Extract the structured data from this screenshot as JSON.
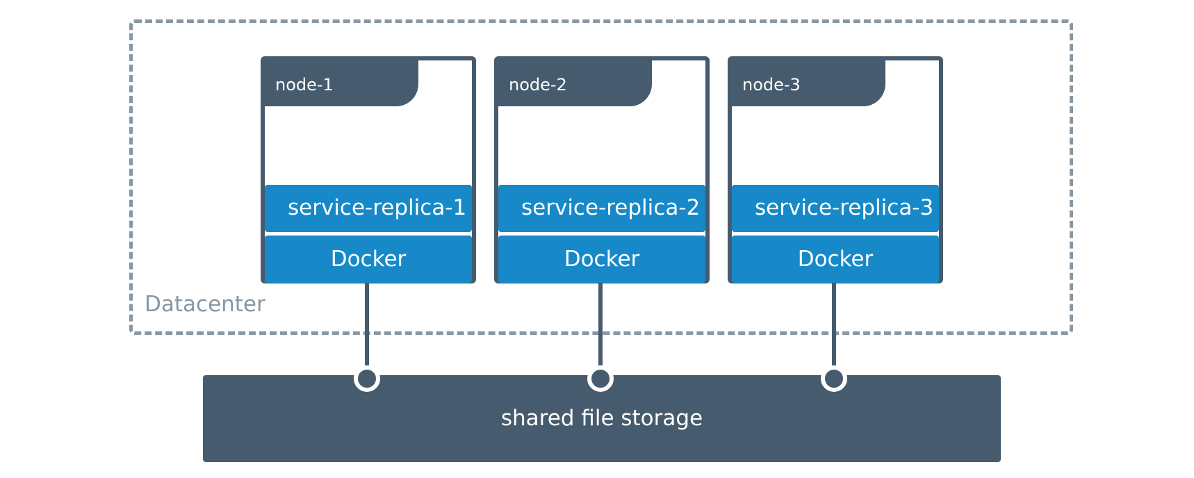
{
  "datacenter": {
    "label": "Datacenter"
  },
  "nodes": [
    {
      "name": "node-1",
      "service": "service-replica-1",
      "runtime": "Docker"
    },
    {
      "name": "node-2",
      "service": "service-replica-2",
      "runtime": "Docker"
    },
    {
      "name": "node-3",
      "service": "service-replica-3",
      "runtime": "Docker"
    }
  ],
  "storage": {
    "label": "shared file storage"
  },
  "colors": {
    "node_dark": "#465b6d",
    "docker_blue": "#1789c8",
    "datacenter_border": "#8797a3"
  }
}
